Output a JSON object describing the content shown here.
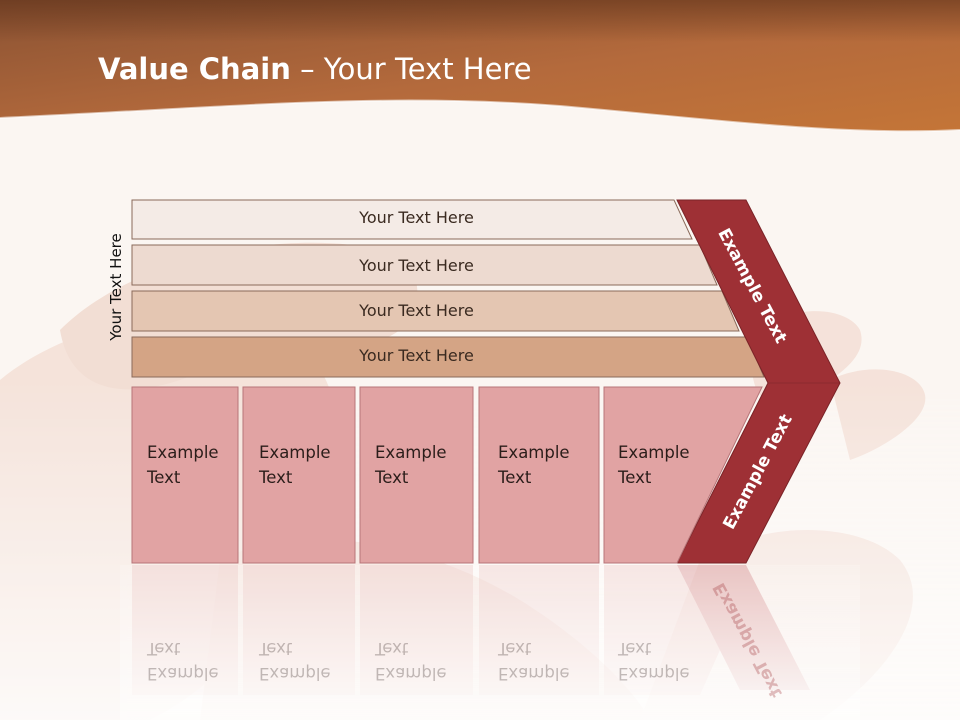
{
  "slide": {
    "title_bold": "Value Chain",
    "title_rest": " – Your Text Here",
    "vertical_label": "Your Text Here",
    "bars": [
      {
        "label": "Your Text Here",
        "color": "#f4ebe6"
      },
      {
        "label": "Your Text Here",
        "color": "#eddad0"
      },
      {
        "label": "Your Text Here",
        "color": "#e4c6b2"
      },
      {
        "label": "Your Text Here",
        "color": "#d4a485"
      }
    ],
    "boxes": [
      {
        "line1": "Example",
        "line2": "Text"
      },
      {
        "line1": "Example",
        "line2": "Text"
      },
      {
        "line1": "Example",
        "line2": "Text"
      },
      {
        "line1": "Example",
        "line2": "Text"
      },
      {
        "line1": "Example",
        "line2": "Text"
      }
    ],
    "chevron": {
      "upper_label": "Example Text",
      "lower_label": "Example Text",
      "color": "#9e3035"
    },
    "colors": {
      "header_top": "#7d4a2a",
      "header_bottom": "#c0703c",
      "box_fill": "#e1a3a3",
      "box_border": "#c07a7c"
    }
  }
}
